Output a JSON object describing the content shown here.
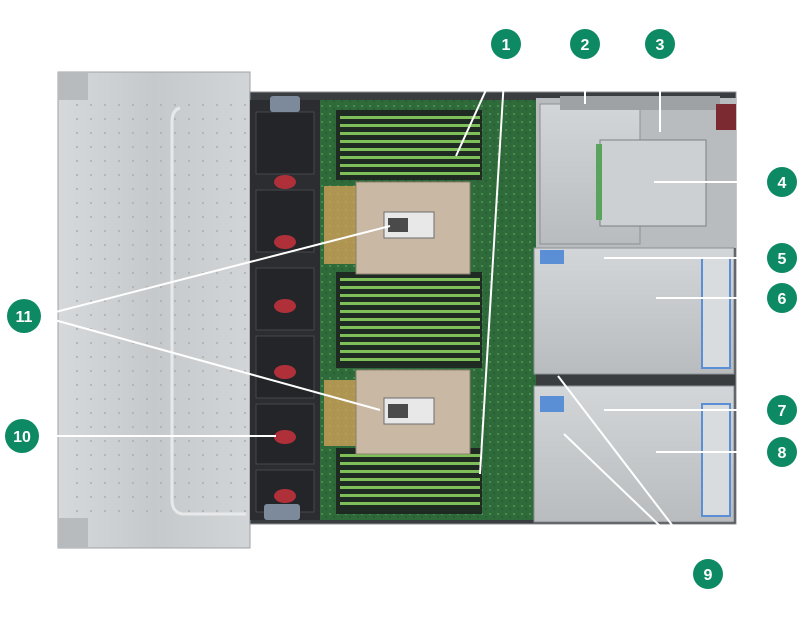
{
  "colors": {
    "callout_fill": "#0d8a63",
    "callout_text": "#ffffff",
    "leader_line": "#ffffff",
    "chassis_metal": "#cfd2d4",
    "fan_dark": "#2b2d30",
    "fan_hub": "#b0303a",
    "dimm_green": "#7fbf5a",
    "pcb_green": "#2f6b3a",
    "heatsink": "#c9b8a3",
    "cpu_label": "#e8e8e8",
    "riser_metal": "#c4c7c9",
    "card_blue": "#5a8fd6"
  },
  "callouts": [
    {
      "id": "callout-1",
      "label": "1"
    },
    {
      "id": "callout-2",
      "label": "2"
    },
    {
      "id": "callout-3",
      "label": "3"
    },
    {
      "id": "callout-4",
      "label": "4"
    },
    {
      "id": "callout-5",
      "label": "5"
    },
    {
      "id": "callout-6",
      "label": "6"
    },
    {
      "id": "callout-7",
      "label": "7"
    },
    {
      "id": "callout-8",
      "label": "8"
    },
    {
      "id": "callout-9",
      "label": "9"
    },
    {
      "id": "callout-10",
      "label": "10"
    },
    {
      "id": "callout-11",
      "label": "11"
    }
  ],
  "icons": {
    "server": "server-chassis-icon",
    "fan": "fan-icon",
    "cpu": "processor-icon",
    "dimm": "memory-module-icon"
  }
}
